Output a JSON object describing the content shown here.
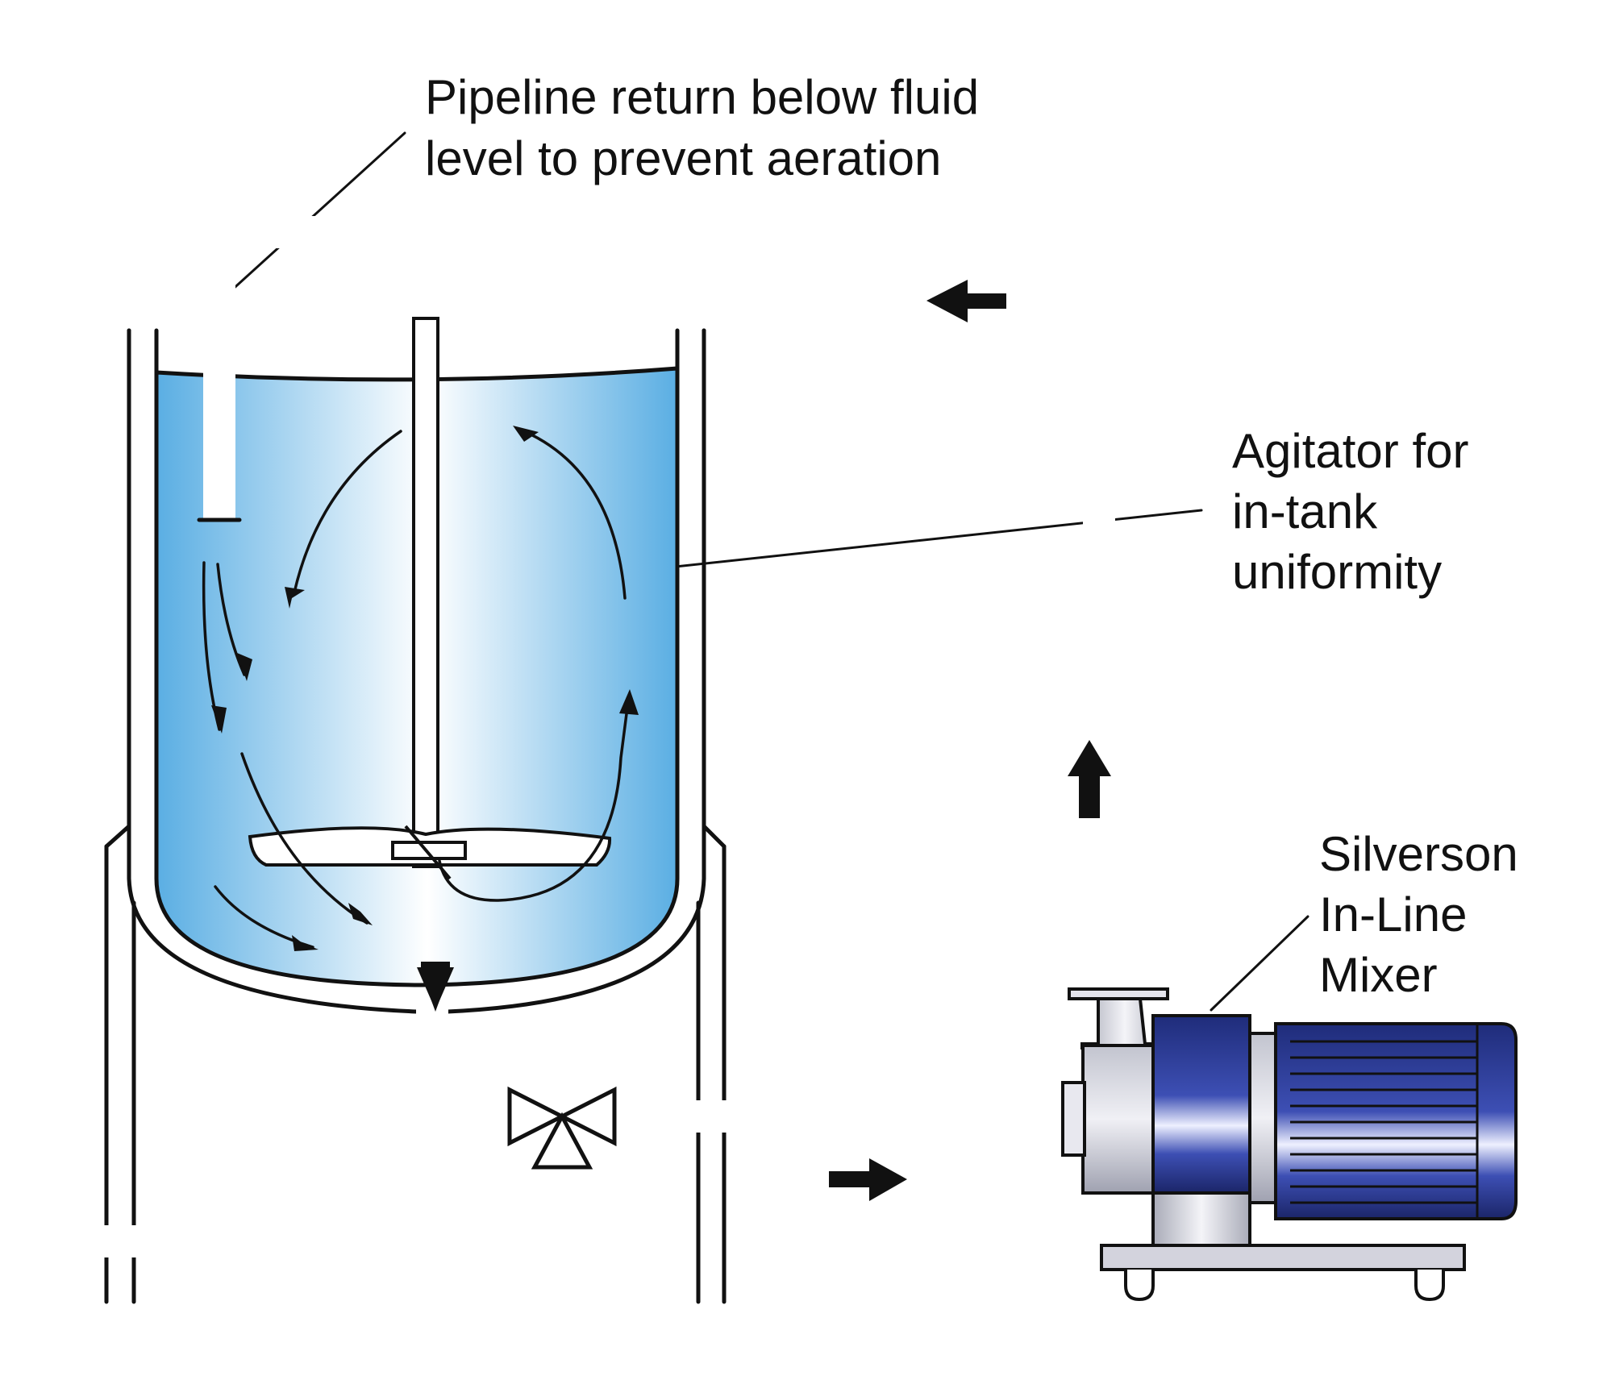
{
  "labels": {
    "pipeline_return": [
      "Pipeline return below fluid",
      "level to prevent aeration"
    ],
    "agitator": [
      "Agitator for",
      "in-tank",
      "uniformity"
    ],
    "mixer": [
      "Silverson",
      "In-Line",
      "Mixer"
    ]
  },
  "colors": {
    "fluid_blue": "#5aaee3",
    "fluid_light": "#ffffff",
    "mixer_blue": "#2c3d96",
    "mixer_dark": "#1b2568",
    "steel": "#c9cbd6",
    "outline": "#111111"
  }
}
